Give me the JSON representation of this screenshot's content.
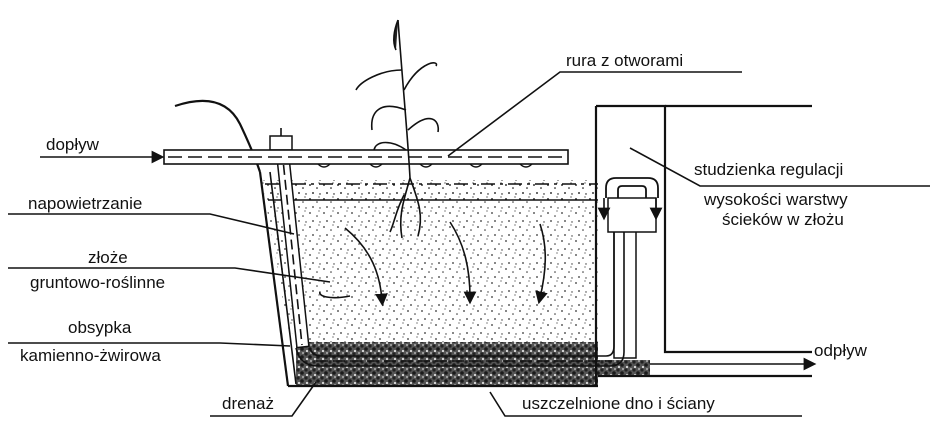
{
  "labels": {
    "doplyw": "dopływ",
    "rura": "rura z otworami",
    "napowietrzanie": "napowietrzanie",
    "zloze_1": "złoże",
    "zloze_2": "gruntowo-roślinne",
    "obsypka_1": "obsypka",
    "obsypka_2": "kamienno-żwirowa",
    "drenaz": "drenaż",
    "uszczelnione": "uszczelnione dno i ściany",
    "studzienka_1": "studzienka regulacji",
    "studzienka_2": "wysokości warstwy",
    "studzienka_3": "ścieków w złożu",
    "odplyw": "odpływ"
  },
  "colors": {
    "ink": "#111111",
    "gravel": "#2a2a2a",
    "background": "#ffffff"
  }
}
